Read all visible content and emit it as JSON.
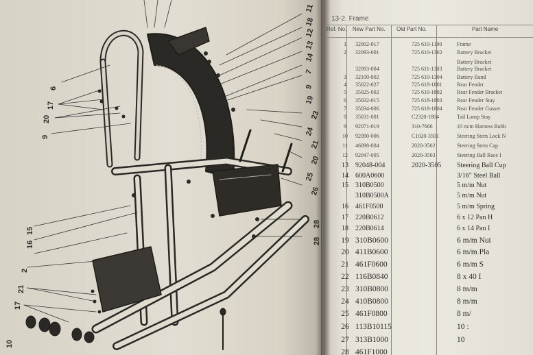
{
  "section_title": "13-2. Frame",
  "headers": {
    "ref": "Ref. No.",
    "new_part": "New Part No.",
    "old_part": "Old Part No.",
    "part_name": "Part Name"
  },
  "rows": [
    {
      "ref": "1",
      "new": "32002-017",
      "old": "725 610-1100",
      "name": "Frame"
    },
    {
      "ref": "2",
      "new": "32093-001",
      "old": "725 610-1302",
      "name": "Battery Bracket"
    },
    {
      "ref": "",
      "new": "",
      "old": "",
      "name": "Battery Bracket"
    },
    {
      "ref": "",
      "new": "32093-004",
      "old": "725 611-1303",
      "name": "Battery Bracket"
    },
    {
      "ref": "3",
      "new": "32100-002",
      "old": "725 610-1304",
      "name": "Battery Band"
    },
    {
      "ref": "4",
      "new": "35022-027",
      "old": "725 618-1801",
      "name": "Rear Fender"
    },
    {
      "ref": "5",
      "new": "35025-002",
      "old": "725 610-1802",
      "name": "Rear Fender Bracket"
    },
    {
      "ref": "6",
      "new": "35032-015",
      "old": "725 618-1803",
      "name": "Rear Fender Stay"
    },
    {
      "ref": "7",
      "new": "35034-006",
      "old": "725 618-1804",
      "name": "Rear Fender Gusset"
    },
    {
      "ref": "8",
      "new": "35031-001",
      "old": "C2320-1804",
      "name": "Tail Lamp Stay"
    },
    {
      "ref": "9",
      "new": "92071-019",
      "old": "310-7666",
      "name": "10 m/m Harness Rubb"
    },
    {
      "ref": "10",
      "new": "92090-006",
      "old": "C1020-3501",
      "name": "Steering Stem Lock N"
    },
    {
      "ref": "11",
      "new": "46098-004",
      "old": "2020-3502",
      "name": "Steering Stem Cap"
    },
    {
      "ref": "12",
      "new": "92047-005",
      "old": "2020-3503",
      "name": "Steering Ball Race I"
    },
    {
      "ref": "13",
      "new": "92048-004",
      "old": "2020-3505",
      "name": "Steering Ball Cup"
    },
    {
      "ref": "14",
      "new": "600A0600",
      "old": "",
      "name": "3/16\" Steel Ball"
    },
    {
      "ref": "15",
      "new": "310B0500",
      "old": "",
      "name": "5 m/m Nut"
    },
    {
      "ref": "",
      "new": "310B0500A",
      "old": "",
      "name": "5 m/m Nut"
    },
    {
      "ref": "16",
      "new": "461F0500",
      "old": "",
      "name": "5 m/m Spring"
    },
    {
      "ref": "17",
      "new": "220B0612",
      "old": "",
      "name": "6 x 12 Pan H"
    },
    {
      "ref": "18",
      "new": "220B0614",
      "old": "",
      "name": "6 x 14 Pan I"
    },
    {
      "ref": "19",
      "new": "310B0600",
      "old": "",
      "name": "6 m/m Nut"
    },
    {
      "ref": "20",
      "new": "411B0600",
      "old": "",
      "name": "6 m/m Pla"
    },
    {
      "ref": "21",
      "new": "461F0600",
      "old": "",
      "name": "6 m/m S"
    },
    {
      "ref": "22",
      "new": "116B0840",
      "old": "",
      "name": "8 x 40 I"
    },
    {
      "ref": "23",
      "new": "310B0800",
      "old": "",
      "name": "8 m/m"
    },
    {
      "ref": "24",
      "new": "410B0800",
      "old": "",
      "name": "8 m/m"
    },
    {
      "ref": "25",
      "new": "461F0800",
      "old": "",
      "name": "8 m/"
    },
    {
      "ref": "26",
      "new": "113B10115",
      "old": "",
      "name": "10 :"
    },
    {
      "ref": "27",
      "new": "313B1000",
      "old": "",
      "name": "10"
    },
    {
      "ref": "28",
      "new": "461F1000",
      "old": "",
      "name": ""
    }
  ],
  "callouts": [
    "6",
    "17",
    "20",
    "9",
    "15",
    "16",
    "2",
    "21",
    "17",
    "10",
    "26",
    "20",
    "21",
    "23",
    "28",
    "28",
    "11",
    "18",
    "12",
    "13",
    "14",
    "7",
    "9",
    "19",
    "25",
    "24"
  ]
}
